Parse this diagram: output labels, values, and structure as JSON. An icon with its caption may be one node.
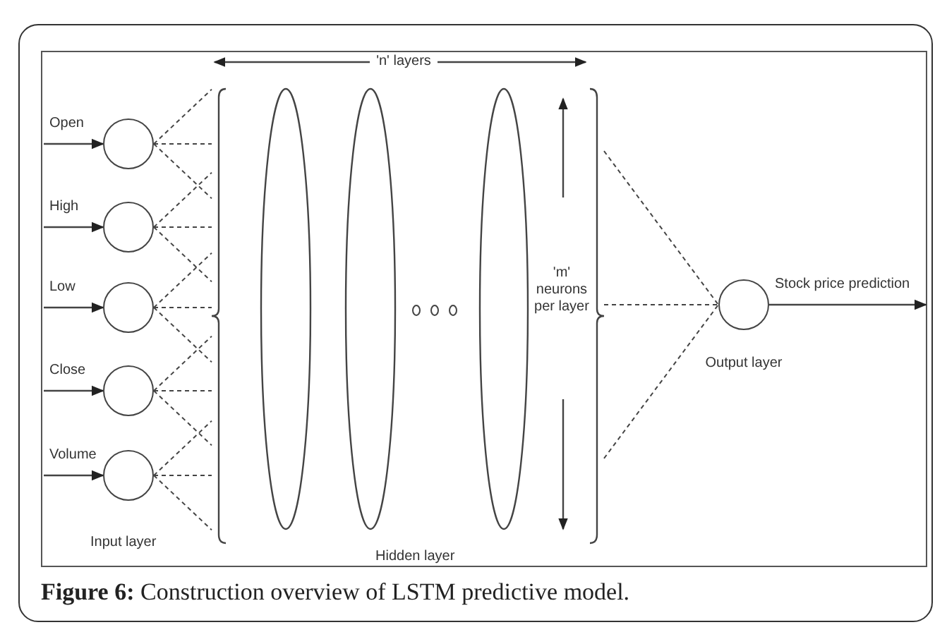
{
  "diagram": {
    "caption": "**Figure 6:** Construction overview of LSTM predictive model.",
    "nodes": [
      {
        "text": [],
        "shape": "circle"
      },
      {
        "text": [],
        "shape": "circle"
      },
      {
        "text": [],
        "shape": "circle"
      },
      {
        "text": [],
        "shape": "circle"
      },
      {
        "text": [],
        "shape": "circle"
      },
      {
        "text": [],
        "shape": "bracket"
      },
      {
        "text": [],
        "shape": "ellipse"
      },
      {
        "text": [],
        "shape": "ellipse"
      },
      {
        "text": [],
        "shape": "ellipse"
      },
      {
        "text": [],
        "shape": "bracket"
      },
      {
        "text": [],
        "shape": "circle",
        "beside": [
          "Output layer"
        ]
      }
    ],
    "edges": [
      {
        "from": null,
        "to": 0,
        "arrow": "to",
        "label": "Open"
      },
      {
        "from": null,
        "to": 1,
        "arrow": "to",
        "label": "High"
      },
      {
        "from": null,
        "to": 2,
        "arrow": "to",
        "label": "Low"
      },
      {
        "from": null,
        "to": 3,
        "arrow": "to",
        "label": "Close"
      },
      {
        "from": null,
        "to": 4,
        "arrow": "to",
        "label": "Volume"
      },
      {
        "from": 0,
        "to": 5,
        "arrow": "none",
        "style": "dashed"
      },
      {
        "from": 0,
        "to": 5,
        "arrow": "none",
        "style": "dashed"
      },
      {
        "from": 0,
        "to": 5,
        "arrow": "none",
        "style": "dashed"
      },
      {
        "from": 1,
        "to": 5,
        "arrow": "none",
        "style": "dashed"
      },
      {
        "from": 1,
        "to": 5,
        "arrow": "none",
        "style": "dashed"
      },
      {
        "from": 1,
        "to": 5,
        "arrow": "none",
        "style": "dashed"
      },
      {
        "from": 2,
        "to": 5,
        "arrow": "none",
        "style": "dashed"
      },
      {
        "from": 2,
        "to": 5,
        "arrow": "none",
        "style": "dashed"
      },
      {
        "from": 2,
        "to": 5,
        "arrow": "none",
        "style": "dashed"
      },
      {
        "from": 3,
        "to": 5,
        "arrow": "none",
        "style": "dashed"
      },
      {
        "from": 3,
        "to": 5,
        "arrow": "none",
        "style": "dashed"
      },
      {
        "from": 3,
        "to": 5,
        "arrow": "none",
        "style": "dashed"
      },
      {
        "from": 4,
        "to": 5,
        "arrow": "none",
        "style": "dashed"
      },
      {
        "from": 4,
        "to": 5,
        "arrow": "none",
        "style": "dashed"
      },
      {
        "from": 4,
        "to": 5,
        "arrow": "none",
        "style": "dashed"
      },
      {
        "from": 9,
        "to": 10,
        "arrow": "none",
        "style": "dashed"
      },
      {
        "from": 9,
        "to": 10,
        "arrow": "none",
        "style": "dashed"
      },
      {
        "from": 9,
        "to": 10,
        "arrow": "none",
        "style": "dashed"
      },
      {
        "from": 10,
        "to": null,
        "arrow": "to",
        "label": "Stock price prediction"
      }
    ],
    "labels": [
      "'n' layers",
      "'m' neurons per layer",
      "Input layer",
      "Hidden layer"
    ]
  }
}
